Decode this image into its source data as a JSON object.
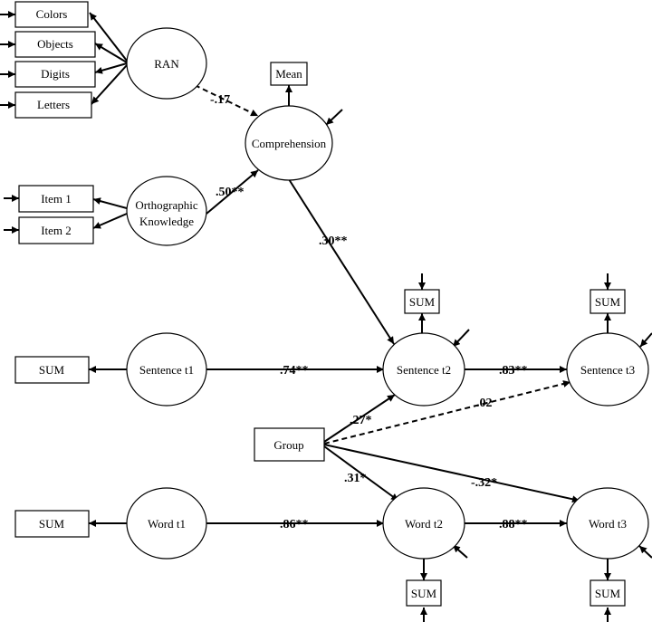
{
  "diagram": {
    "indicators": {
      "colors": "Colors",
      "objects": "Objects",
      "digits": "Digits",
      "letters": "Letters",
      "item1": "Item 1",
      "item2": "Item 2",
      "mean": "Mean",
      "sum": "SUM"
    },
    "latents": {
      "ran": "RAN",
      "orthographic_line1": "Orthographic",
      "orthographic_line2": "Knowledge",
      "comprehension": "Comprehension",
      "sentence_t1": "Sentence t1",
      "sentence_t2": "Sentence t2",
      "sentence_t3": "Sentence t3",
      "word_t1": "Word t1",
      "word_t2": "Word t2",
      "word_t3": "Word t3"
    },
    "group": "Group",
    "paths": {
      "ran_comp": "-.17",
      "ortho_comp": ".50**",
      "comp_sent2": ".30**",
      "sent1_sent2": ".74**",
      "sent2_sent3": ".83**",
      "group_sent2": ".27*",
      "group_sent3": ".02",
      "group_word2": ".31*",
      "group_word3": "-.32*",
      "word1_word2": ".86**",
      "word2_word3": ".88**"
    }
  }
}
